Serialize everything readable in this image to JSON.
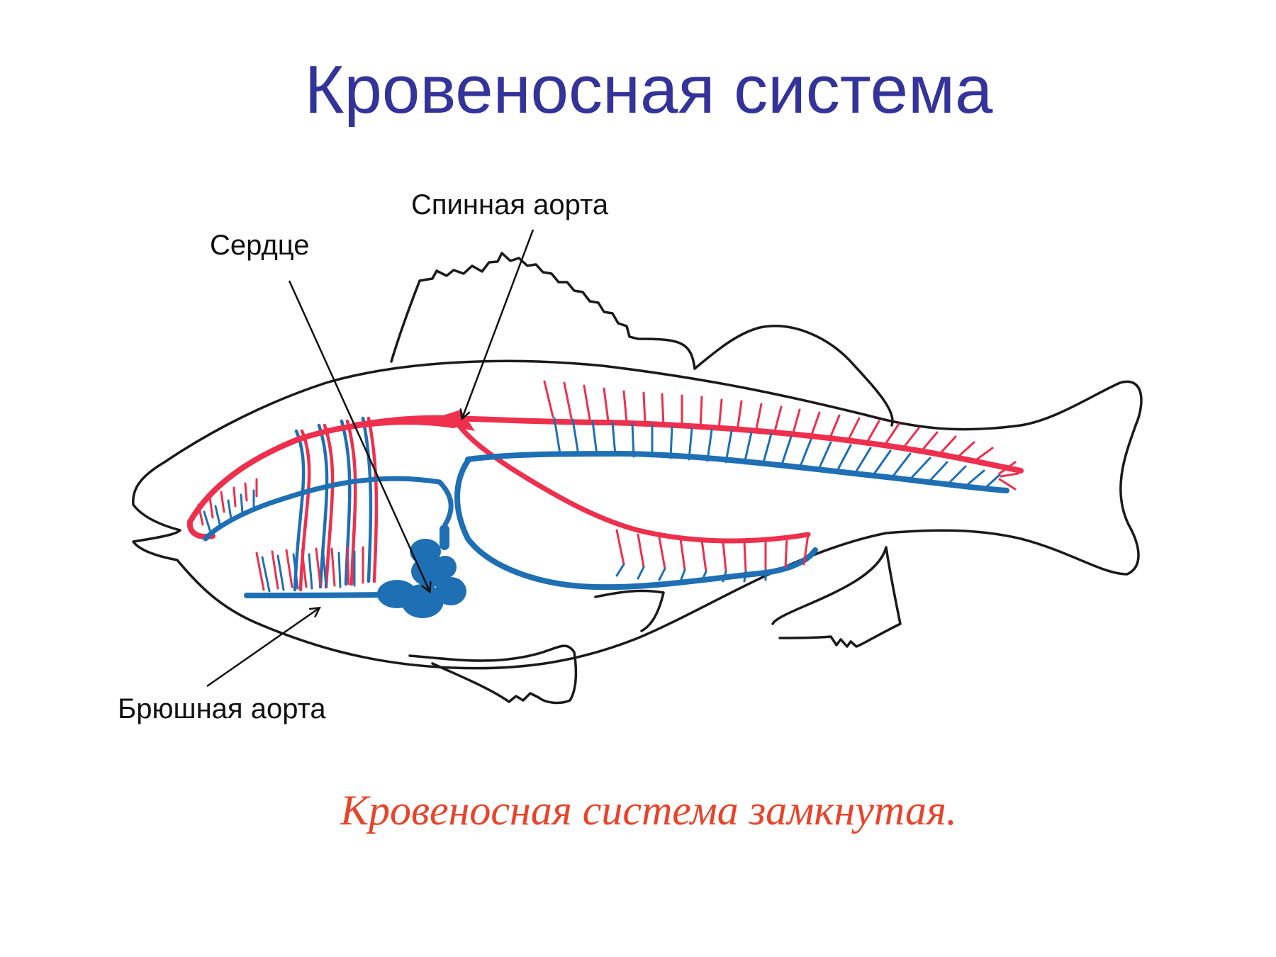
{
  "title": "Кровеносная система",
  "labels": {
    "dorsal_aorta": "Спинная аорта",
    "heart": "Сердце",
    "ventral_aorta": "Брюшная аорта"
  },
  "caption": "Кровеносная система замкнутая.",
  "colors": {
    "title": "#333399",
    "caption": "#e8442b",
    "arterial": "#ee2f4d",
    "venous": "#1e6fb4",
    "outline": "#1a1a1a"
  }
}
